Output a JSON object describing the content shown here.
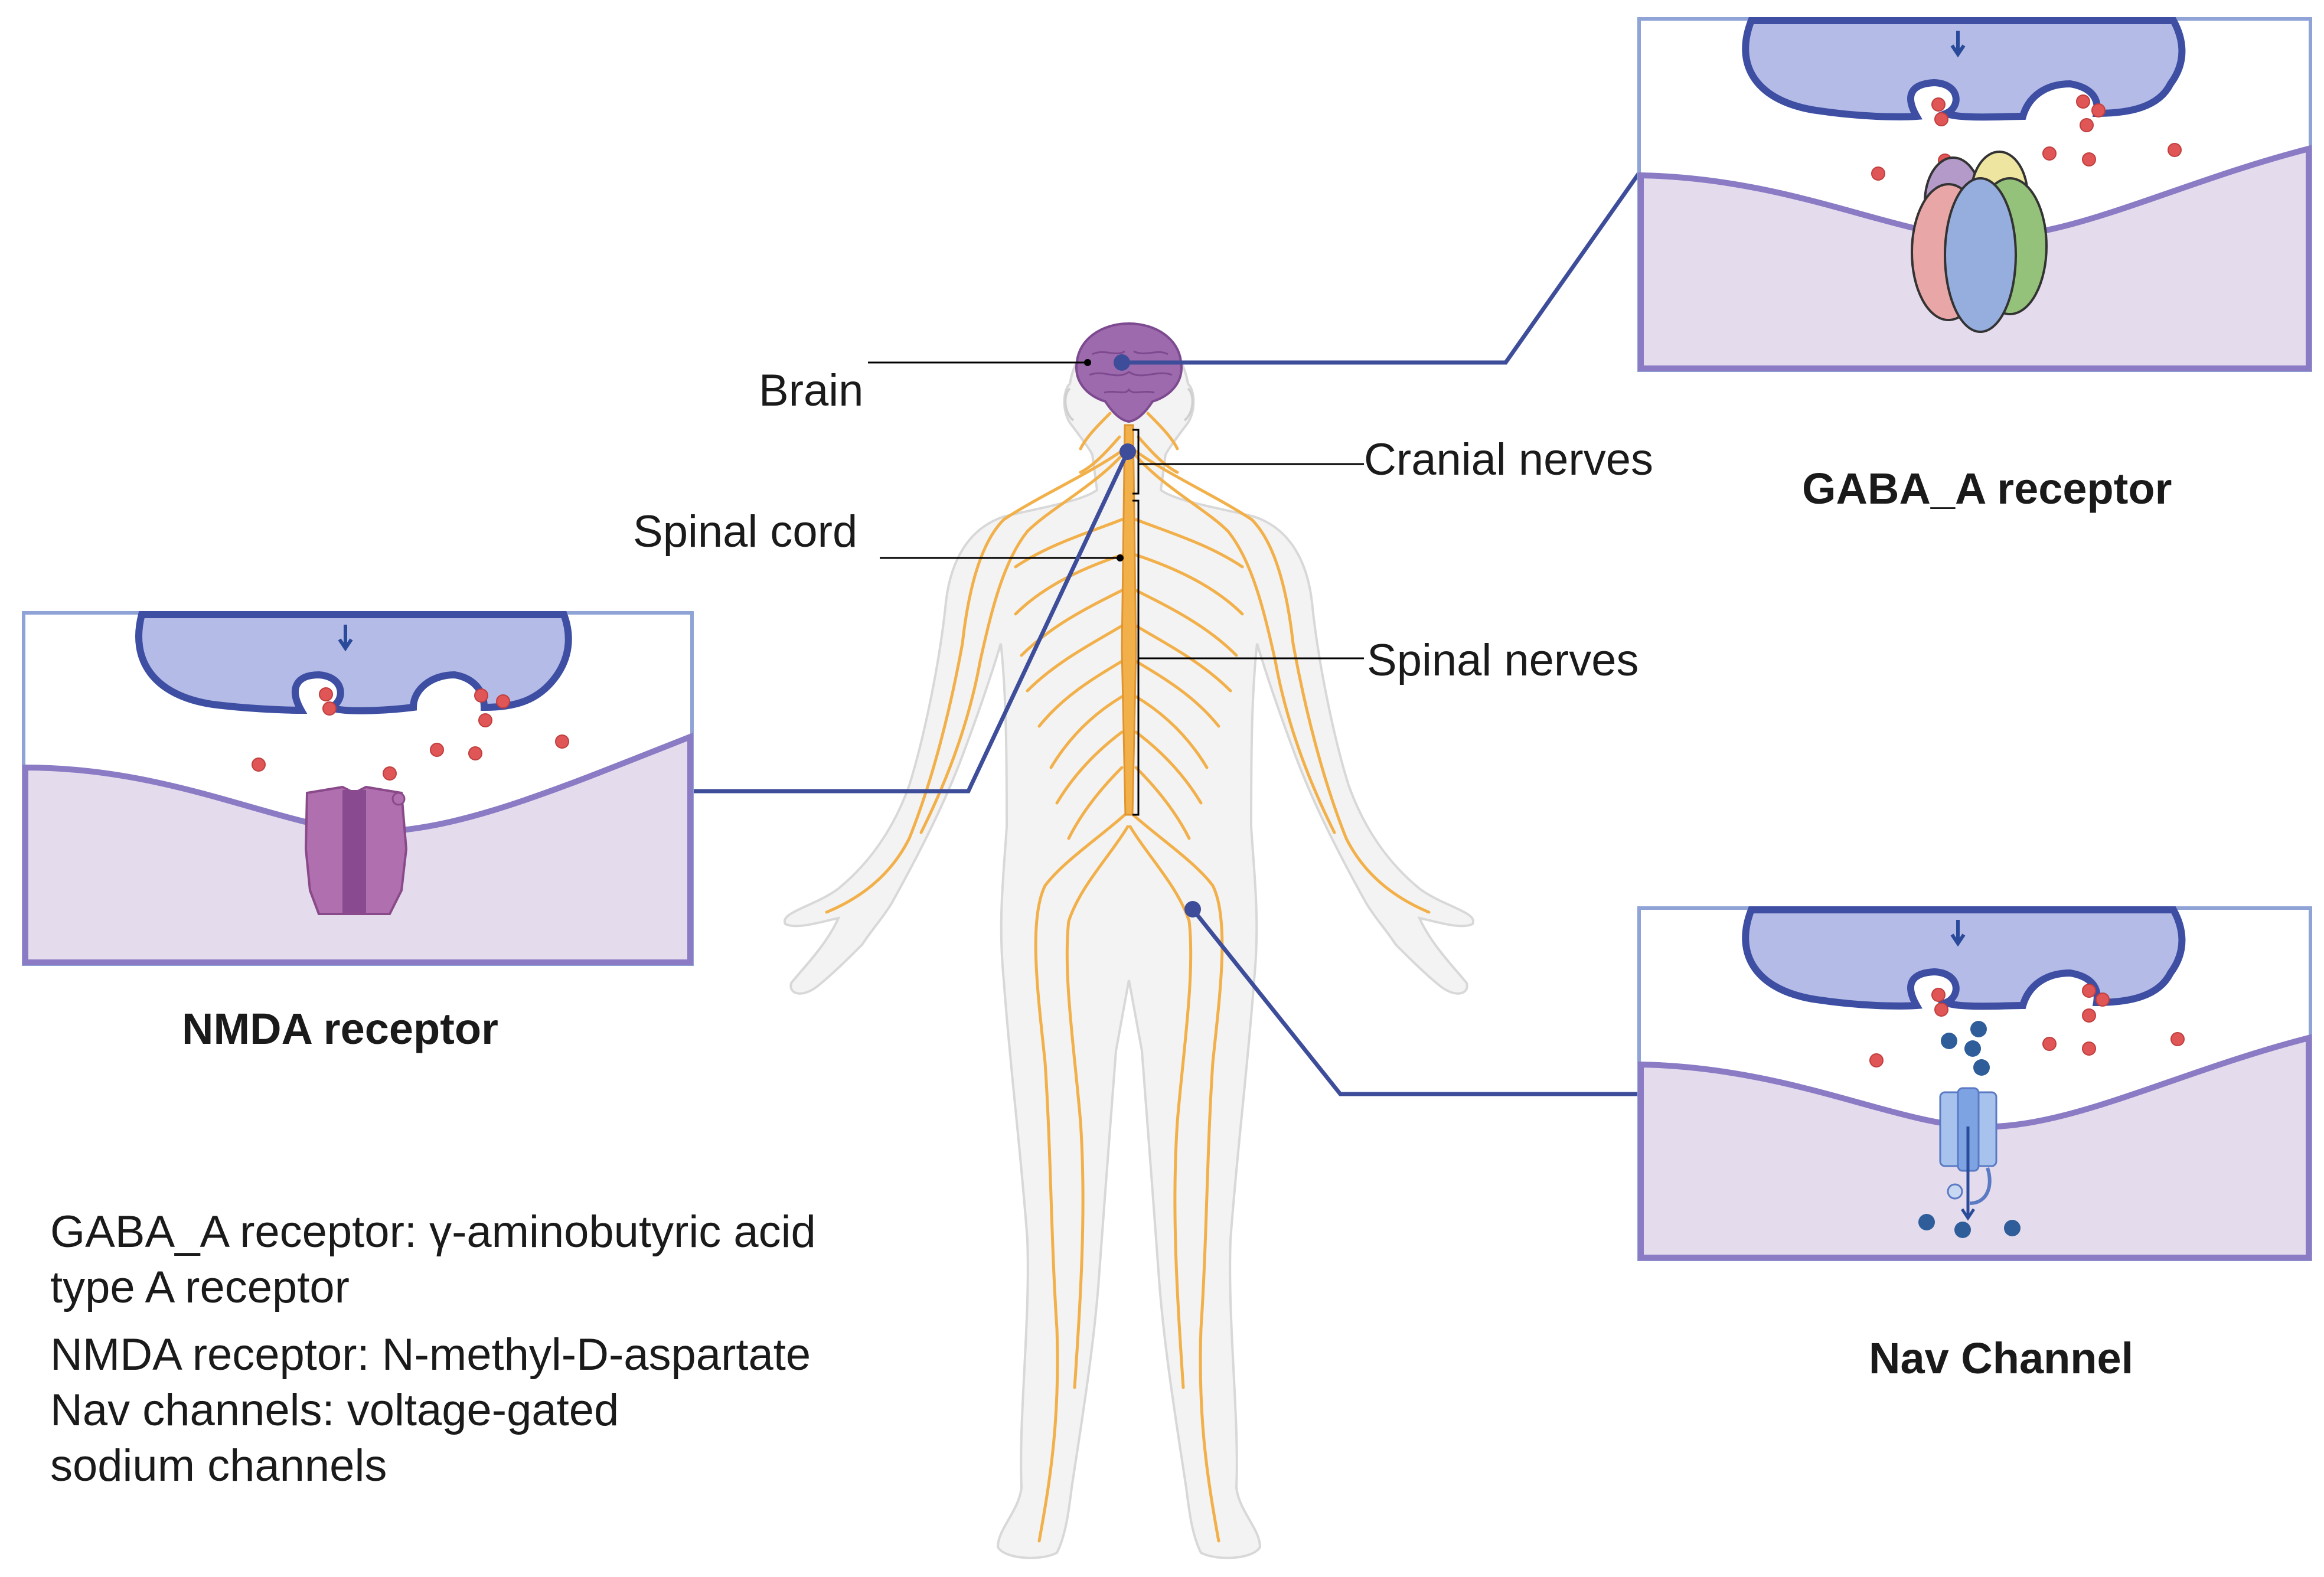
{
  "labels": {
    "brain": "Brain",
    "cranial_nerves": "Cranial nerves",
    "spinal_cord": "Spinal cord",
    "spinal_nerves": "Spinal nerves"
  },
  "panels": {
    "gaba": {
      "title": "GABA_A receptor"
    },
    "nmda": {
      "title": "NMDA receptor"
    },
    "nav": {
      "title": "Nav Channel"
    }
  },
  "legend": {
    "gaba_line1": "GABA_A receptor: γ-aminobutyric acid",
    "gaba_line2": "type A receptor",
    "nmda_line": "NMDA receptor: N-methyl-D-aspartate",
    "nav_line1": "Nav channels: voltage-gated",
    "nav_line2": "sodium channels"
  },
  "colors": {
    "panel_border": "#8fa3d6",
    "presynaptic": "#b4bbe6",
    "presynaptic_edge": "#3d4ea3",
    "postsynaptic": "#e4dced",
    "membrane": "#8a7bc4",
    "connector": "#3d4d9a",
    "nerves": "#f2b04a",
    "body": "#f3f3f3",
    "brain": "#9d6aae",
    "vesicle": "#e05656",
    "sodium_ion": "#2e5d9a"
  }
}
